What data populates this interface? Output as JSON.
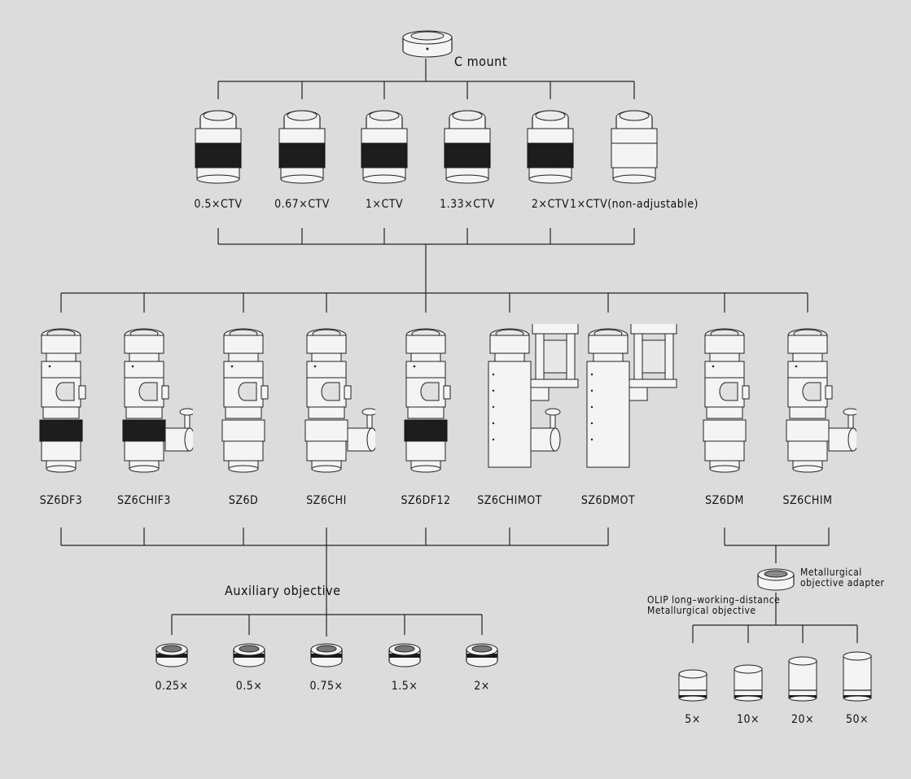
{
  "c_mount": {
    "label": "C mount"
  },
  "ctv_adapters": [
    {
      "label": "0.5×CTV",
      "style": "knurled"
    },
    {
      "label": "0.67×CTV",
      "style": "knurled"
    },
    {
      "label": "1×CTV",
      "style": "knurled"
    },
    {
      "label": "1.33×CTV",
      "style": "knurled"
    },
    {
      "label": "2×CTV",
      "style": "knurled"
    },
    {
      "label": "1×CTV(non-adjustable)",
      "style": "plain"
    }
  ],
  "zoom_bodies": [
    {
      "label": "SZ6DF3",
      "focus_ring": true,
      "illuminator": false,
      "motor": false
    },
    {
      "label": "SZ6CHIF3",
      "focus_ring": true,
      "illuminator": true,
      "motor": false
    },
    {
      "label": "SZ6D",
      "focus_ring": false,
      "illuminator": false,
      "motor": false
    },
    {
      "label": "SZ6CHI",
      "focus_ring": false,
      "illuminator": true,
      "motor": false
    },
    {
      "label": "SZ6DF12",
      "focus_ring": true,
      "illuminator": false,
      "motor": false
    },
    {
      "label": "SZ6CHIMOT",
      "focus_ring": false,
      "illuminator": true,
      "motor": true
    },
    {
      "label": "SZ6DMOT",
      "focus_ring": false,
      "illuminator": false,
      "motor": true
    },
    {
      "label": "SZ6DM",
      "focus_ring": false,
      "illuminator": false,
      "motor": false
    },
    {
      "label": "SZ6CHIM",
      "focus_ring": false,
      "illuminator": true,
      "motor": false
    }
  ],
  "auxiliary": {
    "title": "Auxiliary objective",
    "items": [
      "0.25×",
      "0.5×",
      "0.75×",
      "1.5×",
      "2×"
    ]
  },
  "metallurgical": {
    "adapter_label_line1": "Metallurgical",
    "adapter_label_line2": "objective adapter",
    "objective_label_line1": "OLIP long–working–distance",
    "objective_label_line2": "Metallurgical objective",
    "items": [
      "5×",
      "10×",
      "20×",
      "50×"
    ]
  },
  "colors": {
    "background": "#dcdcdc",
    "line": "#222222",
    "body": "#f4f4f4",
    "knurl": "#1a1a1a"
  }
}
